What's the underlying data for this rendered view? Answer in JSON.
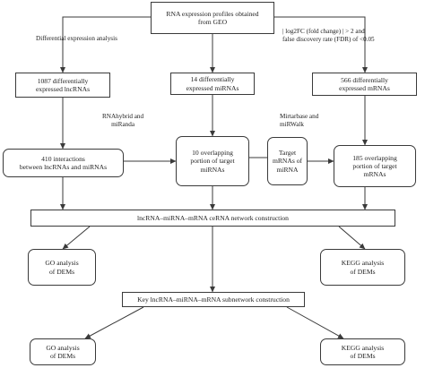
{
  "nodes": {
    "geo": [
      "RNA expression profiles obtained",
      "from GEO"
    ],
    "lnc": [
      "1087 differentially",
      "expressed lncRNAs"
    ],
    "mi": [
      "14 differentially",
      "expressed miRNAs"
    ],
    "m": [
      "566 differentially",
      "expressed mRNAs"
    ],
    "interactions": [
      "410 interactions",
      "between lncRNAs and miRNAs"
    ],
    "overlap_mirna": [
      "10 overlapping",
      "portion of target",
      "miRNAs"
    ],
    "target_mrnas": [
      "Target",
      "mRNAs of",
      "miRNA"
    ],
    "overlap_mrna": [
      "185 overlapping",
      "portion of target",
      "mRNAs"
    ],
    "cerna": "lncRNA–miRNA–mRNA ceRNA network construction",
    "go1": [
      "GO analysis",
      "of DEMs"
    ],
    "kegg1": [
      "KEGG analysis",
      "of DEMs"
    ],
    "subnet": "Key lncRNA–miRNA–mRNA subnetwork construction",
    "go2": [
      "GO analysis",
      "of DEMs"
    ],
    "kegg2": [
      "KEGG analysis",
      "of DEMs"
    ]
  },
  "labels": {
    "diff_analysis": "Differential expression analysis",
    "criteria": [
      "| log2FC (fold change) | > 2 and",
      "false discovery rate (FDR) of <0.05"
    ],
    "rnahybrid": [
      "RNAhybrid and",
      "miRanda"
    ],
    "mirtarbase": [
      "Mirtarbase and",
      "miRWalk"
    ]
  },
  "style": {
    "line_color": "#3a3a3a",
    "text_color": "#222222"
  }
}
